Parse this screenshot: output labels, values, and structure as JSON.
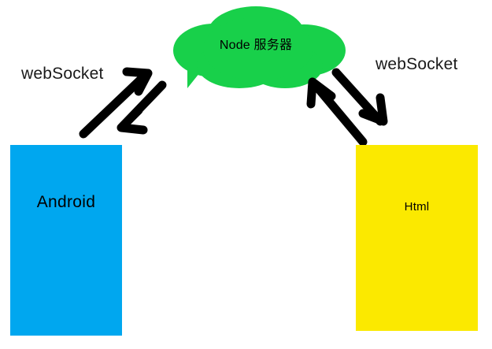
{
  "diagram": {
    "title_text_visible": false,
    "background_color": "#ffffff",
    "server": {
      "label": "Node 服务器",
      "shape": "cloud-speech-bubble",
      "color": "#18d04a",
      "icon": "cloud-icon"
    },
    "clients": [
      {
        "id": "android",
        "label": "Android",
        "color": "#00a7ef",
        "shape": "rectangle"
      },
      {
        "id": "html",
        "label": "Html",
        "color": "#fbe900",
        "shape": "rectangle"
      }
    ],
    "connections": [
      {
        "id": "left",
        "label": "webSocket",
        "from": "android",
        "to": "server",
        "direction": "bidirectional",
        "stroke_color": "#000000"
      },
      {
        "id": "right",
        "label": "webSocket",
        "from": "html",
        "to": "server",
        "direction": "bidirectional",
        "stroke_color": "#000000"
      }
    ]
  }
}
